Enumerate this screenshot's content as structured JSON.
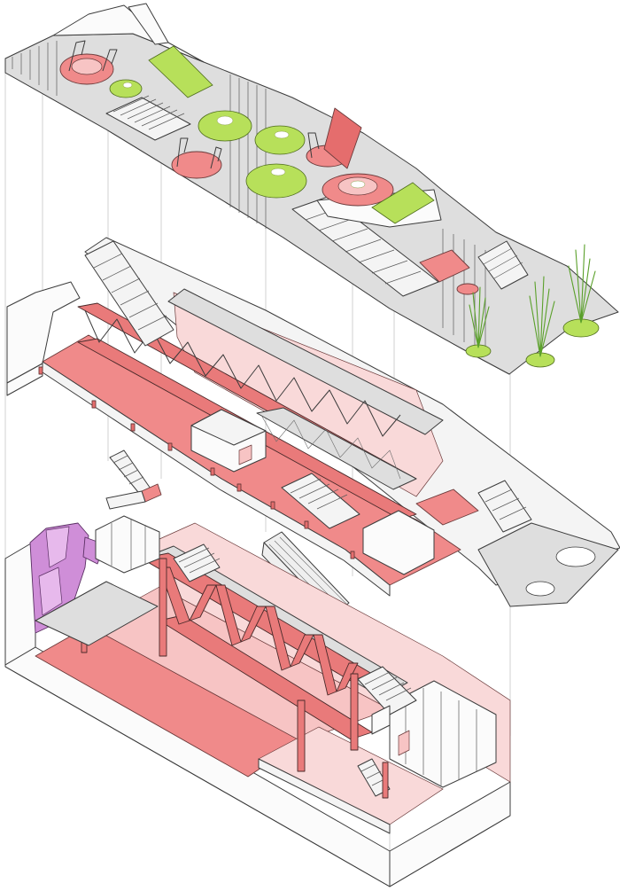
{
  "figure": {
    "kind": "exploded-axonometric",
    "palette": {
      "outline": "#3c3c3c",
      "slab_grey": "#dedede",
      "accent_pink": "#f08a8a",
      "truss_red": "#e97a7a",
      "landscape_green": "#b7e05a",
      "climbing_wall_purple": "#cf8ed8",
      "background": "#ffffff"
    },
    "layers": [
      {
        "id": "roof-plaza",
        "components": [
          "ramped-roof-slab",
          "grass-mounds",
          "pink-seating-rings",
          "stairs",
          "planters-with-reeds"
        ]
      },
      {
        "id": "mezzanine",
        "components": [
          "pink-floor-plate",
          "steel-truss",
          "service-rooms",
          "stair-flights"
        ]
      },
      {
        "id": "ground-hall",
        "components": [
          "pink-hall-floor",
          "red-truss-bridge",
          "climbing-wall",
          "escalator",
          "toilet-block"
        ]
      }
    ]
  }
}
